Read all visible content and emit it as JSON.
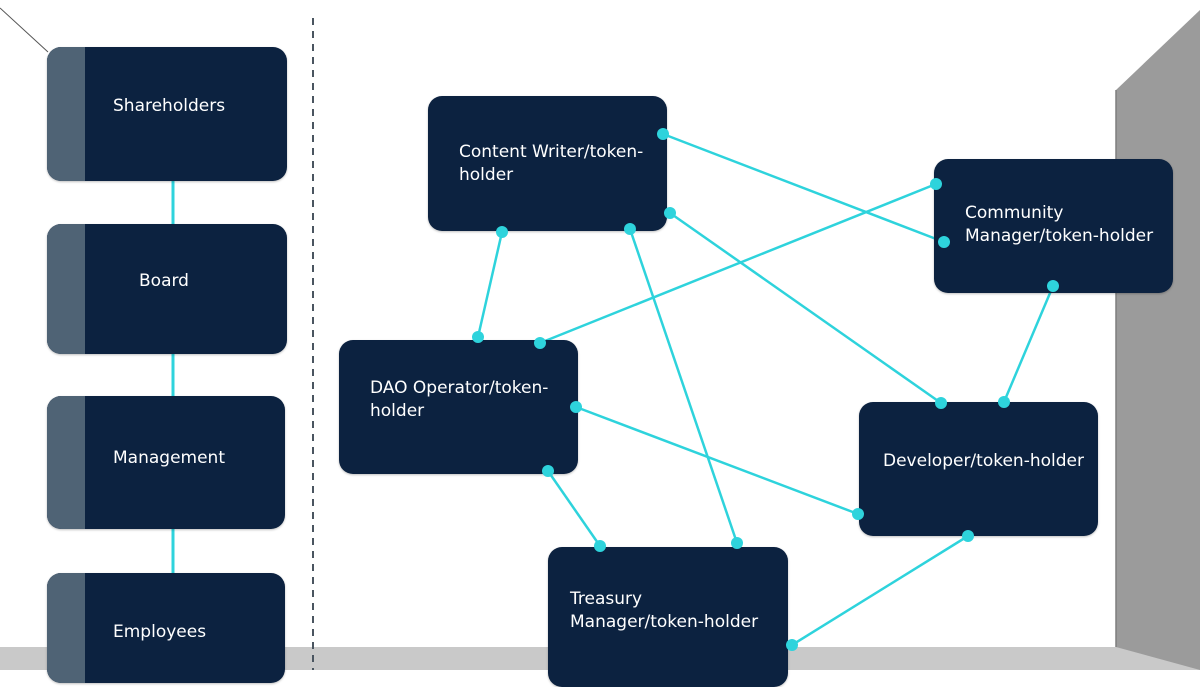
{
  "hierarchy": {
    "nodes": [
      {
        "id": "shareholders",
        "label": "Shareholders"
      },
      {
        "id": "board",
        "label": "Board"
      },
      {
        "id": "management",
        "label": "Management"
      },
      {
        "id": "employees",
        "label": "Employees"
      }
    ]
  },
  "network": {
    "nodes": [
      {
        "id": "content-writer",
        "label_line1": "Content Writer/token-",
        "label_line2": "holder"
      },
      {
        "id": "community-manager",
        "label_line1": "Community",
        "label_line2": "Manager/token-holder"
      },
      {
        "id": "dao-operator",
        "label_line1": "DAO Operator/token-",
        "label_line2": "holder"
      },
      {
        "id": "developer",
        "label_line1": "Developer/token-holder",
        "label_line2": ""
      },
      {
        "id": "treasury-manager",
        "label_line1": "Treasury",
        "label_line2": "Manager/token-holder"
      }
    ],
    "edges": [
      {
        "from": "content-writer",
        "to": "dao-operator"
      },
      {
        "from": "content-writer",
        "to": "community-manager"
      },
      {
        "from": "content-writer",
        "to": "developer"
      },
      {
        "from": "content-writer",
        "to": "treasury-manager"
      },
      {
        "from": "community-manager",
        "to": "dao-operator"
      },
      {
        "from": "community-manager",
        "to": "developer"
      },
      {
        "from": "dao-operator",
        "to": "developer"
      },
      {
        "from": "dao-operator",
        "to": "treasury-manager"
      },
      {
        "from": "developer",
        "to": "treasury-manager"
      }
    ]
  },
  "colors": {
    "node_fill": "#0c2240",
    "node_side": "#4f6375",
    "connector": "#2ed3dc",
    "divider": "#4a5560",
    "wall_right": "#9a9a9a",
    "floor": "#c8c8c8"
  }
}
